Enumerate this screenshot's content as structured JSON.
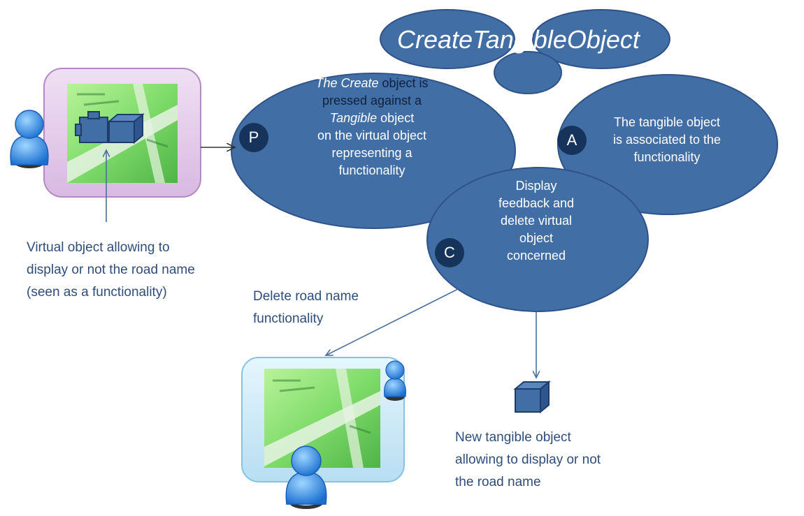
{
  "title": "CreateTangibleObject",
  "phases": {
    "p": {
      "badge": "P",
      "lines": [
        {
          "a_italic": "The Create",
          "b_dark": " object is"
        },
        {
          "a_dark": "pressed  against a"
        },
        {
          "a_italic": "Tangible",
          "b": " object"
        },
        {
          "a": "on the virtual object"
        },
        {
          "a": "representing  a"
        },
        {
          "a": "functionality"
        }
      ]
    },
    "a": {
      "badge": "A",
      "lines": [
        "The tangible object",
        "is associated to the",
        "functionality"
      ]
    },
    "c": {
      "badge": "C",
      "lines": [
        "Display",
        "feedback and",
        "delete virtual",
        "object",
        "concerned"
      ]
    }
  },
  "labels": {
    "virtual_object": [
      "Virtual object allowing to",
      "display or not the road name",
      "(seen as a functionality)"
    ],
    "delete_road": [
      "Delete road name",
      "functionality"
    ],
    "new_tangible": [
      "New tangible object",
      "allowing to display or not",
      "the road name"
    ]
  },
  "colors": {
    "bubble": "#426ea6",
    "bubble_stroke": "#2f5289",
    "badge": "#16335c",
    "label_text": "#2f4d7a",
    "arrow": "#4a6fa0",
    "panel_purple": "#e3c9ea",
    "panel_blue": "#cbe8f7"
  },
  "icons": [
    "user-icon",
    "map-screen-icon",
    "tangible-cube-icon"
  ]
}
